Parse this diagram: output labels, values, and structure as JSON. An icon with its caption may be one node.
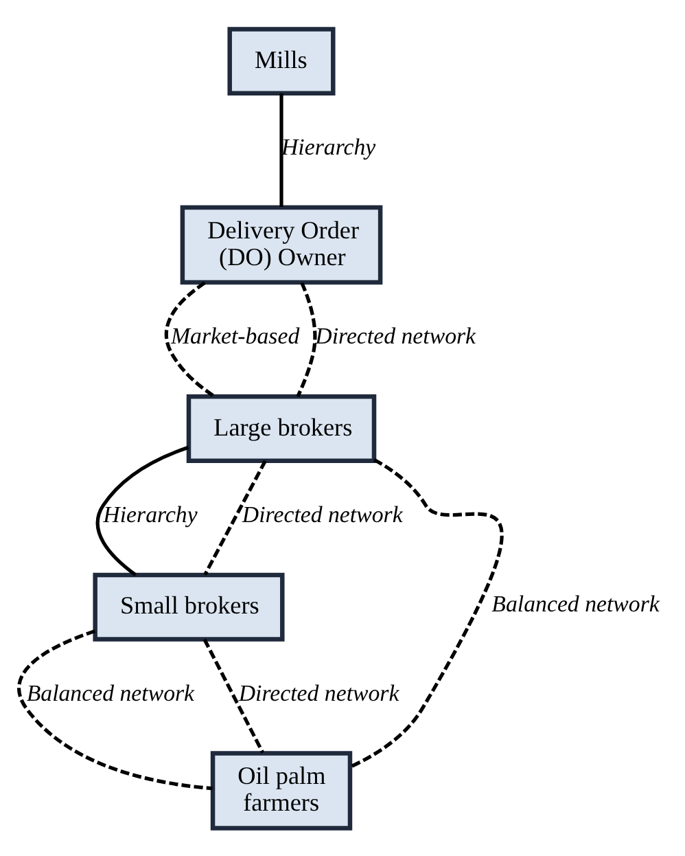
{
  "diagram": {
    "nodes": [
      {
        "text": [
          "Mills"
        ]
      },
      {
        "text": [
          "Delivery Order (DO) Owner"
        ]
      },
      {
        "text": [
          "Large brokers"
        ]
      },
      {
        "text": [
          "Small brokers"
        ]
      },
      {
        "text": [
          "Oil palm farmers"
        ]
      }
    ],
    "edges": [
      {
        "from": 0,
        "to": 1,
        "arrow": "none",
        "label": "Hierarchy"
      },
      {
        "from": 1,
        "to": 2,
        "arrow": "none",
        "label": "Market-based",
        "style": "dashed"
      },
      {
        "from": 1,
        "to": 2,
        "arrow": "none",
        "label": "Directed network",
        "style": "dashed"
      },
      {
        "from": 2,
        "to": 3,
        "arrow": "none",
        "label": "Hierarchy"
      },
      {
        "from": 2,
        "to": 3,
        "arrow": "none",
        "label": "Directed network",
        "style": "dashed"
      },
      {
        "from": 2,
        "to": 4,
        "arrow": "none",
        "label": "Balanced network",
        "style": "dashed"
      },
      {
        "from": 3,
        "to": 4,
        "arrow": "none",
        "label": "Balanced network",
        "style": "dashed"
      },
      {
        "from": 3,
        "to": 4,
        "arrow": "none",
        "label": "Directed network",
        "style": "dashed"
      }
    ]
  }
}
